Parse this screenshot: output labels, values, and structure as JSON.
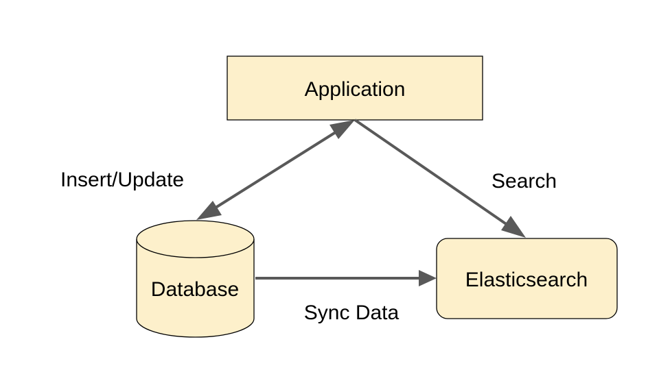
{
  "nodes": {
    "application": {
      "label": "Application"
    },
    "database": {
      "label": "Database"
    },
    "elasticsearch": {
      "label": "Elasticsearch"
    }
  },
  "edges": {
    "insert_update": {
      "label": "Insert/Update"
    },
    "search": {
      "label": "Search"
    },
    "sync_data": {
      "label": "Sync Data"
    }
  },
  "colors": {
    "node_fill": "#fdf0cb",
    "node_stroke": "#000000",
    "edge": "#595959"
  }
}
